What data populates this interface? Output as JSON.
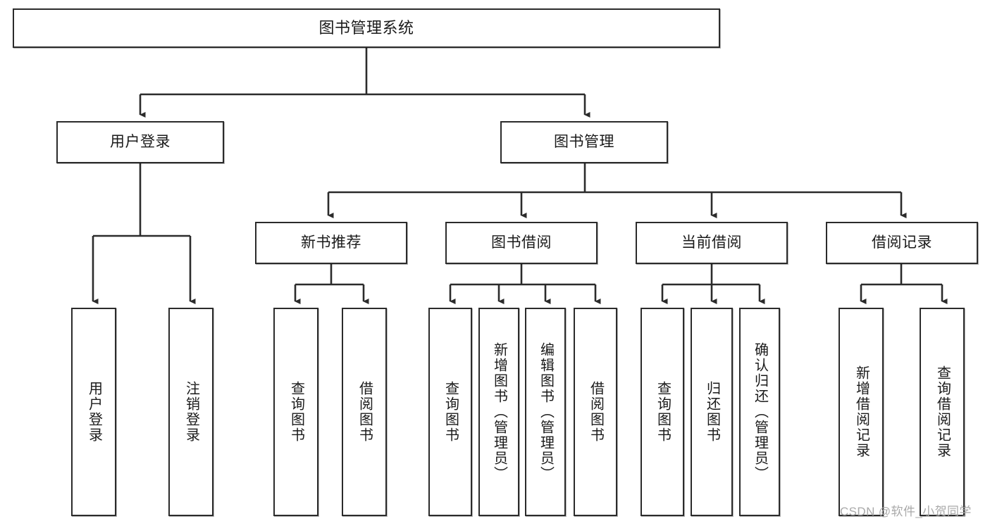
{
  "diagram": {
    "title": "图书管理系统",
    "type": "tree",
    "colors": {
      "stroke": "#2b2b2b",
      "fill": "#ffffff",
      "text": "#1a1a1a",
      "watermark": "#a9a9a9"
    },
    "watermark": "CSDN @软件_小贺同学",
    "levels": {
      "root": {
        "label": "图书管理系统"
      },
      "level2": [
        {
          "id": "user-login",
          "label": "用户登录"
        },
        {
          "id": "book-manage",
          "label": "图书管理"
        }
      ],
      "level3": [
        {
          "id": "new-book-recommend",
          "label": "新书推荐"
        },
        {
          "id": "book-borrow",
          "label": "图书借阅"
        },
        {
          "id": "current-borrow",
          "label": "当前借阅"
        },
        {
          "id": "borrow-record",
          "label": "借阅记录"
        }
      ],
      "leaves": {
        "user-login": [
          {
            "id": "leaf-user-login",
            "label": "用户登录"
          },
          {
            "id": "leaf-user-logout",
            "label": "注销登录"
          }
        ],
        "new-book-recommend": [
          {
            "id": "leaf-query-book-1",
            "label": "查询图书"
          },
          {
            "id": "leaf-borrow-book-1",
            "label": "借阅图书"
          }
        ],
        "book-borrow": [
          {
            "id": "leaf-query-book-2",
            "label": "查询图书"
          },
          {
            "id": "leaf-add-book",
            "label": "新增图书（管理员）"
          },
          {
            "id": "leaf-edit-book",
            "label": "编辑图书（管理员）"
          },
          {
            "id": "leaf-borrow-book-2",
            "label": "借阅图书"
          }
        ],
        "current-borrow": [
          {
            "id": "leaf-query-book-3",
            "label": "查询图书"
          },
          {
            "id": "leaf-return-book",
            "label": "归还图书"
          },
          {
            "id": "leaf-confirm-return",
            "label": "确认归还（管理员）"
          }
        ],
        "borrow-record": [
          {
            "id": "leaf-add-record",
            "label": "新增借阅记录"
          },
          {
            "id": "leaf-query-record",
            "label": "查询借阅记录"
          }
        ]
      }
    }
  }
}
